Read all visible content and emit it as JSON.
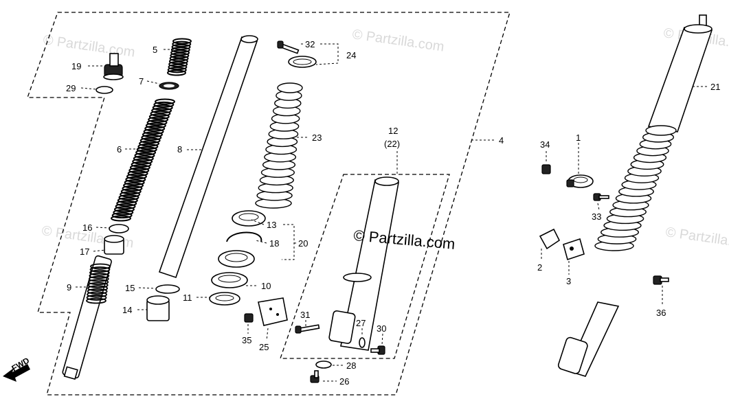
{
  "watermark": "© Partzilla.com",
  "brand": "© Partzilla.com",
  "fwd": "FWD",
  "callouts": {
    "c1": "1",
    "c2": "2",
    "c3": "3",
    "c4": "4",
    "c5": "5",
    "c6": "6",
    "c7": "7",
    "c8": "8",
    "c9": "9",
    "c10": "10",
    "c11": "11",
    "c12": "12",
    "c12b": "(22)",
    "c13": "13",
    "c14": "14",
    "c15": "15",
    "c16": "16",
    "c17": "17",
    "c18": "18",
    "c19": "19",
    "c20": "20",
    "c21": "21",
    "c23": "23",
    "c24": "24",
    "c25": "25",
    "c26": "26",
    "c27": "27",
    "c28": "28",
    "c29": "29",
    "c30": "30",
    "c31": "31",
    "c32": "32",
    "c33": "33",
    "c34": "34",
    "c35": "35",
    "c36": "36"
  }
}
